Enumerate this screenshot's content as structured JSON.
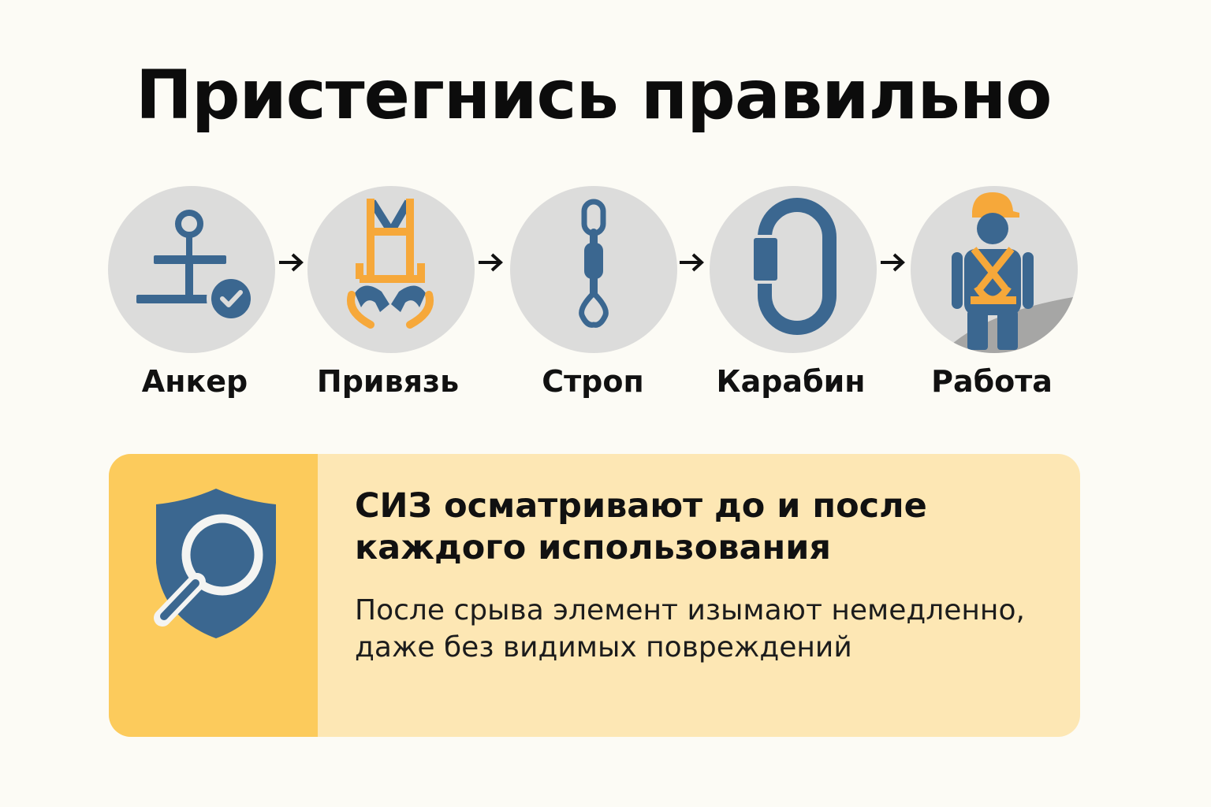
{
  "title": "Пристегнись правильно",
  "steps": [
    {
      "label": "Анкер",
      "icon": "anchor-point-icon"
    },
    {
      "label": "Привязь",
      "icon": "harness-icon"
    },
    {
      "label": "Строп",
      "icon": "lanyard-icon"
    },
    {
      "label": "Карабин",
      "icon": "carabiner-icon"
    },
    {
      "label": "Работа",
      "icon": "worker-icon"
    }
  ],
  "arrow_icon": "arrow-right-icon",
  "notice": {
    "icon": "shield-magnifier-icon",
    "heading": "СИЗ осматривают до и после каждого использования",
    "text": "После срыва элемент изымают немедленно, даже без видимых повреждений"
  },
  "colors": {
    "background": "#fcfbf5",
    "circle": "#dcdcdb",
    "blue": "#3b6790",
    "orange": "#f6a83a",
    "card": "#fde7b4",
    "card_accent": "#fccb5c"
  }
}
